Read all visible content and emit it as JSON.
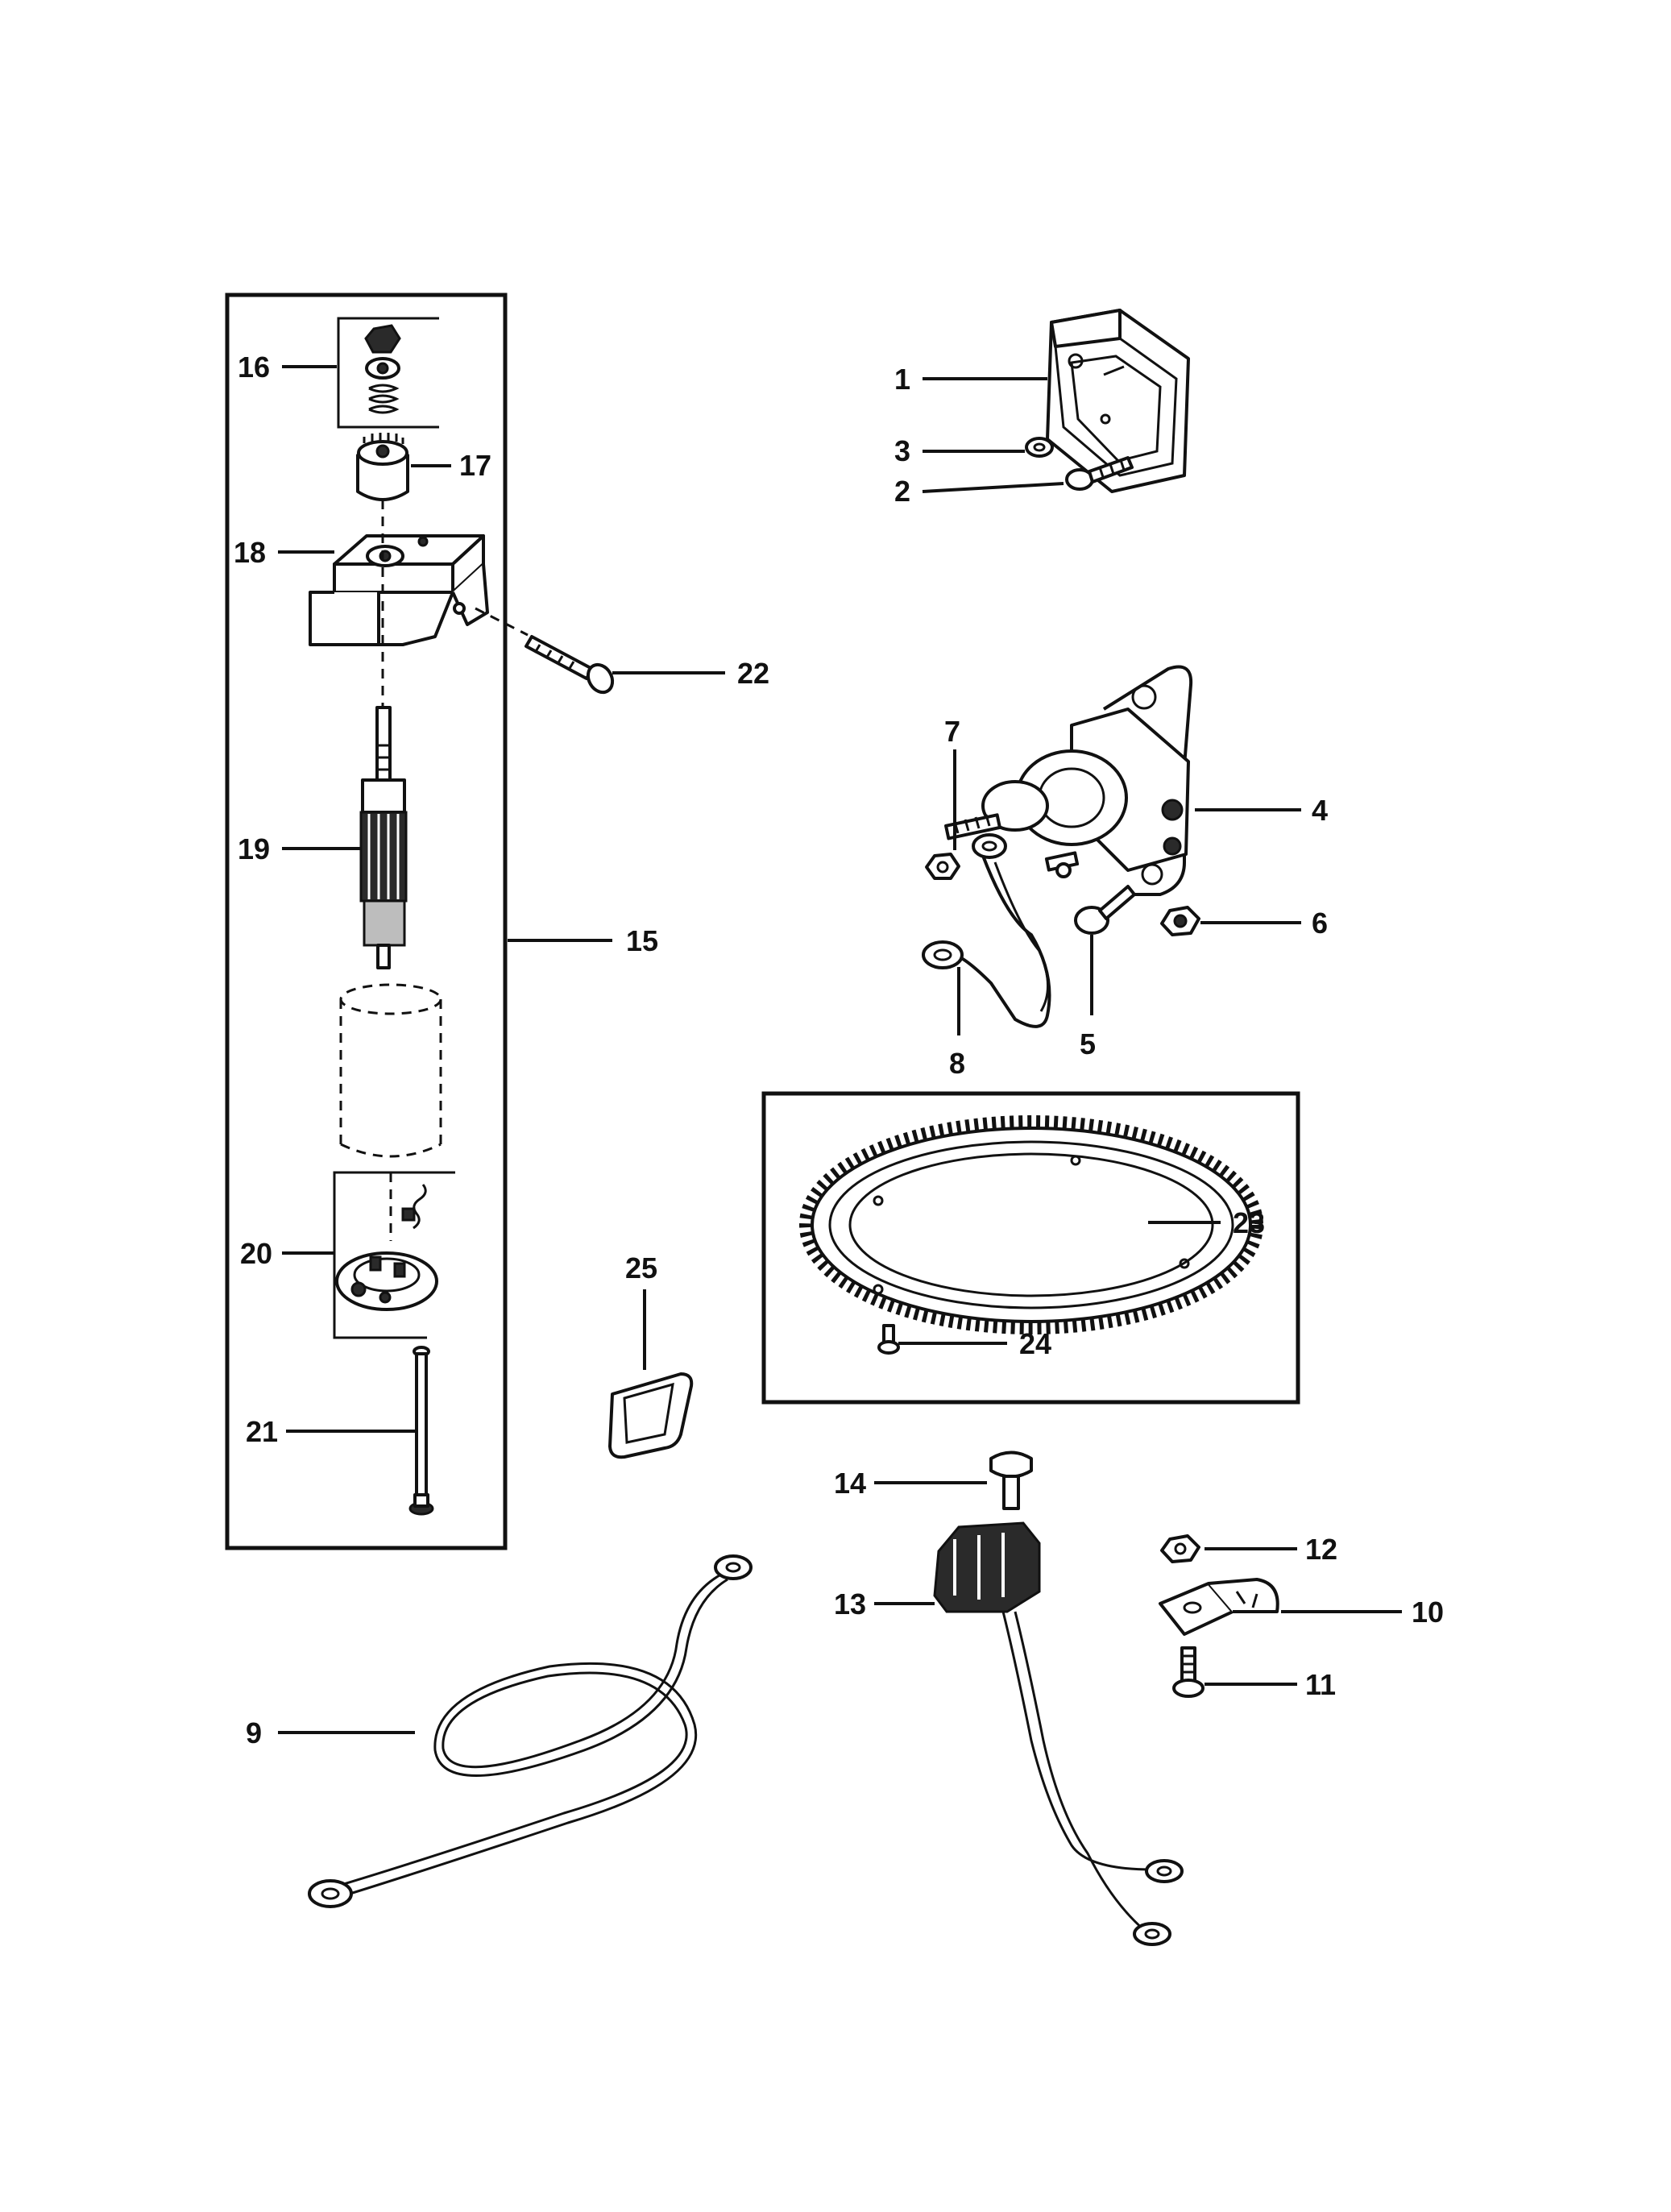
{
  "callouts": {
    "c1": "1",
    "c2": "2",
    "c3": "3",
    "c4": "4",
    "c5": "5",
    "c6": "6",
    "c7": "7",
    "c8": "8",
    "c9": "9",
    "c10": "10",
    "c11": "11",
    "c12": "12",
    "c13": "13",
    "c14": "14",
    "c15": "15",
    "c16": "16",
    "c17": "17",
    "c18": "18",
    "c19": "19",
    "c20": "20",
    "c21": "21",
    "c22": "22",
    "c23": "23",
    "c24": "24",
    "c25": "25"
  },
  "colors": {
    "ink": "#111111",
    "paper": "#ffffff"
  }
}
